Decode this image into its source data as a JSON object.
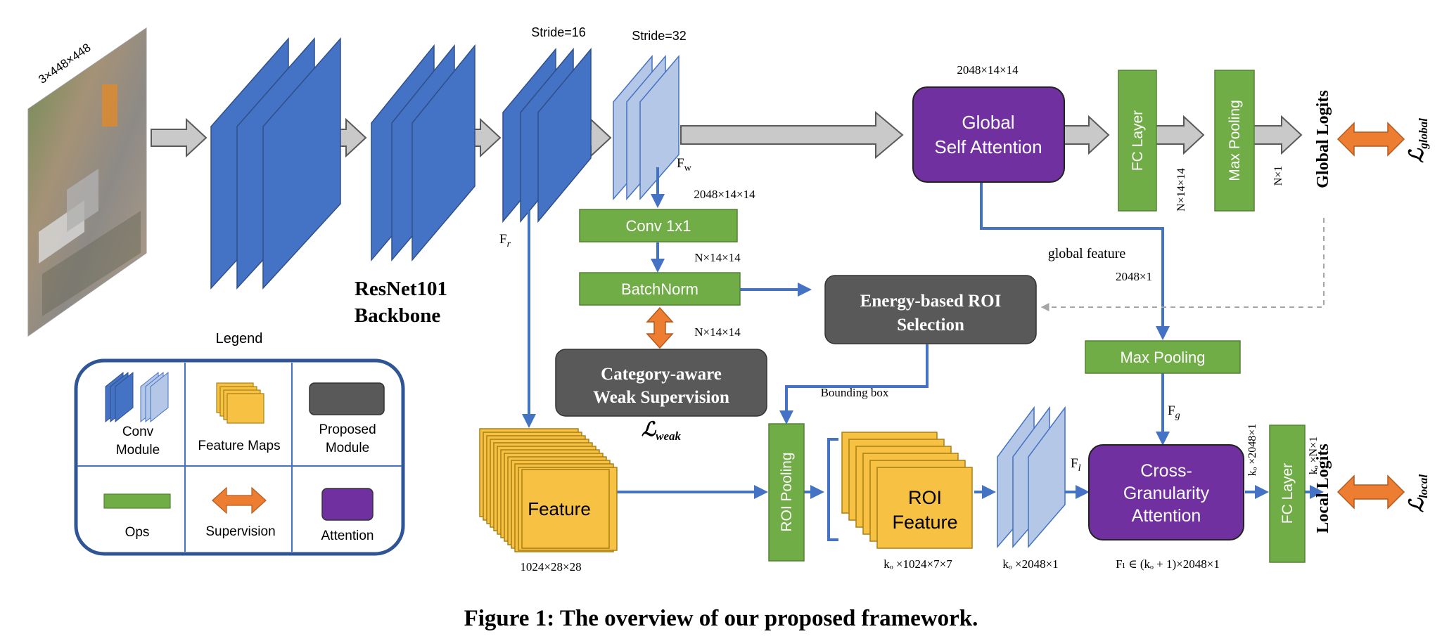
{
  "input": {
    "size_label": "3×448×448"
  },
  "stride_labels": {
    "s16": "Stride=16",
    "s32": "Stride=32"
  },
  "backbone": {
    "line1": "ResNet101",
    "line2": "Backbone"
  },
  "feature_names": {
    "fr": "F",
    "fr_sub": "r",
    "fw": "F",
    "fw_sub": "w",
    "fl": "F",
    "fl_sub": "l",
    "fg": "F",
    "fg_sub": "g"
  },
  "dims": {
    "global_in": "2048×14×14",
    "after_stride32": "2048×14×14",
    "after_conv": "N×14×14",
    "after_bn": "N×14×14",
    "fc_global": "N×14×14",
    "maxpool_global": "N×1",
    "global_feature_dim": "2048×1",
    "feature_map": "1024×28×28",
    "roi_feature": "kₒ ×1024×7×7",
    "fl_dim": "kₒ ×2048×1",
    "fgl": "Fₗ ∈ (kₒ + 1)×2048×1",
    "ca_out": "kₒ ×2048×1",
    "fc_local": "kₒ ×N×1"
  },
  "ops": {
    "conv": "Conv 1x1",
    "batchnorm": "BatchNorm",
    "fc_global": "FC Layer",
    "maxpool_global": "Max Pooling",
    "maxpool_local": "Max Pooling",
    "roi_pooling": "ROI Pooling",
    "fc_local": "FC Layer"
  },
  "modules": {
    "gsa_line1": "Global",
    "gsa_line2": "Self Attention",
    "energy_line1": "Energy-based ROI",
    "energy_line2": "Selection",
    "weak_line1": "Category-aware",
    "weak_line2": "Weak Supervision",
    "cga_line1": "Cross-",
    "cga_line2": "Granularity",
    "cga_line3": "Attention"
  },
  "labels": {
    "global_feature": "global feature",
    "bounding_box": "Bounding box",
    "feature": "Feature",
    "roi_feature_line1": "ROI",
    "roi_feature_line2": "Feature",
    "global_logits": "Global Logits",
    "local_logits": "Local Logits"
  },
  "losses": {
    "global": "ℒ",
    "global_sub": "global",
    "local": "ℒ",
    "local_sub": "local",
    "weak": "ℒ",
    "weak_sub": "weak"
  },
  "legend": {
    "title": "Legend",
    "conv_line1": "Conv",
    "conv_line2": "Module",
    "feature_maps": "Feature Maps",
    "proposed_line1": "Proposed",
    "proposed_line2": "Module",
    "ops": "Ops",
    "supervision": "Supervision",
    "attention": "Attention"
  },
  "caption": "Figure 1: The overview of our proposed framework.",
  "colors": {
    "conv_dark": "#4472c4",
    "conv_light": "#b4c7e7",
    "ops_green": "#70ad47",
    "attention_purple": "#7030a0",
    "proposed_gray": "#595959",
    "feature_yellow": "#f7c244",
    "supervision_orange": "#ed7d31",
    "arrow_gray": "#c9c9c9",
    "line_blue": "#4472c4"
  }
}
